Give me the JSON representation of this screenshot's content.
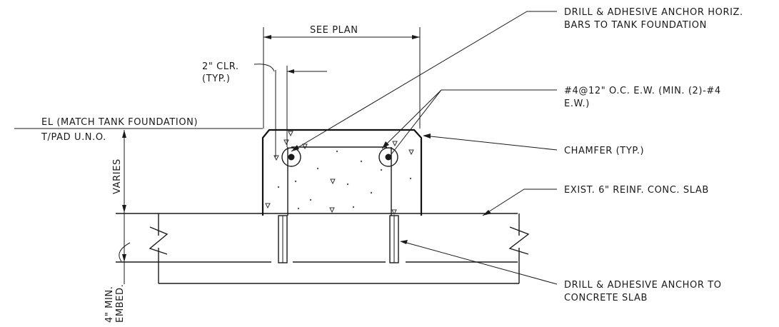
{
  "labels": {
    "see_plan": "SEE PLAN",
    "clr_line1": "2\" CLR.",
    "clr_line2": "(TYP.)",
    "el_line1": "EL (MATCH TANK FOUNDATION)",
    "el_line2": "T/PAD U.N.O.",
    "varies": "VARIES",
    "embed_line1": "4\" MIN.",
    "embed_line2": "EMBED.",
    "drill_horiz_line1": "DRILL & ADHESIVE ANCHOR HORIZ.",
    "drill_horiz_line2": "BARS TO TANK FOUNDATION",
    "rebar_line1": "#4@12\" O.C. E.W. (MIN. (2)-#4",
    "rebar_line2": "E.W.)",
    "chamfer": "CHAMFER (TYP.)",
    "exist_slab": "EXIST. 6\" REINF. CONC. SLAB",
    "drill_slab_line1": "DRILL & ADHESIVE ANCHOR TO",
    "drill_slab_line2": "CONCRETE SLAB"
  }
}
